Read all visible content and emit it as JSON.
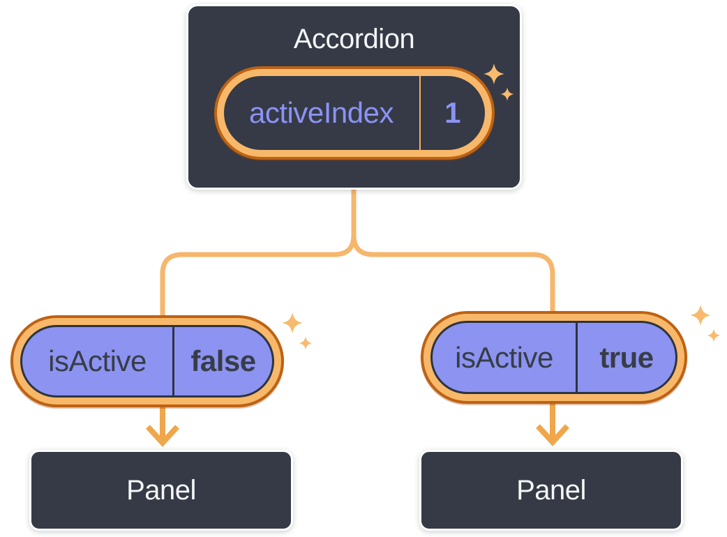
{
  "colors": {
    "background": "#FFFFFF",
    "box_bg": "#353A46",
    "box_border": "#FFFFFF",
    "box_text": "#F5F6F8",
    "purple_fill": "#8C93F0",
    "purple_text": "#8B93F5",
    "dark_text": "#373D48",
    "dark_border": "#2D3440",
    "ring_light": "#F8B86A",
    "ring_dark": "#BD6213",
    "wire": "#F6B66C",
    "arrow": "#F0A64A",
    "divider_light": "#F5B265",
    "sparkle": "#F8BA6E"
  },
  "diagram": {
    "root": {
      "title": "Accordion",
      "pill": {
        "label": "activeIndex",
        "value": "1"
      }
    },
    "branches": [
      {
        "pill": {
          "label": "isActive",
          "value": "false"
        },
        "panel": {
          "title": "Panel"
        }
      },
      {
        "pill": {
          "label": "isActive",
          "value": "true"
        },
        "panel": {
          "title": "Panel"
        }
      }
    ]
  }
}
